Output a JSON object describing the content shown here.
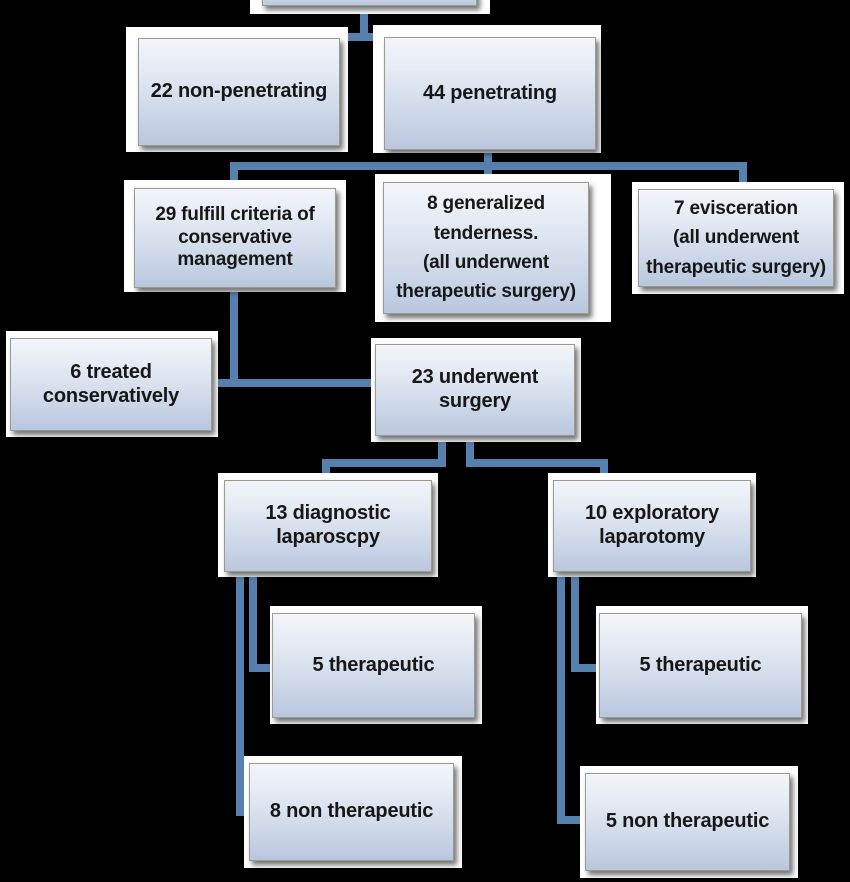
{
  "diagram": {
    "title": "Abdominal trauma management flowchart",
    "background_color": "#000000",
    "box_border_color": "#9a9a93",
    "box_gradient_top": "#f2f5fa",
    "box_gradient_bottom": "#b9c7de",
    "connector_color": "#5680ae",
    "text_color": "#171717"
  },
  "nodes": {
    "root_partial": {
      "label": ""
    },
    "non_penetrating": {
      "label": "22 non-penetrating"
    },
    "penetrating": {
      "label": "44 penetrating"
    },
    "conservative_criteria": {
      "label": "29 fulfill criteria of\nconservative\nmanagement"
    },
    "generalized_tenderness": {
      "label": "8 generalized\ntenderness.\n(all underwent\ntherapeutic surgery)"
    },
    "evisceration": {
      "label": "7 evisceration\n(all underwent\ntherapeutic surgery)"
    },
    "treated_conservatively": {
      "label": "6 treated\nconservatively"
    },
    "underwent_surgery": {
      "label": "23 underwent\nsurgery"
    },
    "diagnostic_laparoscopy": {
      "label": "13 diagnostic\nlaparoscpy"
    },
    "exploratory_laparotomy": {
      "label": "10 exploratory\nlaparotomy"
    },
    "lap_therapeutic": {
      "label": "5 therapeutic"
    },
    "lap_non_therapeutic": {
      "label": "8 non therapeutic"
    },
    "laparotomy_therapeutic": {
      "label": "5 therapeutic"
    },
    "laparotomy_non_therapeutic": {
      "label": "5 non therapeutic"
    }
  },
  "chart_data": {
    "type": "diagram",
    "title": "Abdominal trauma management flowchart",
    "nodes": [
      {
        "id": "non_penetrating",
        "label": "22 non-penetrating",
        "count": 22
      },
      {
        "id": "penetrating",
        "label": "44 penetrating",
        "count": 44
      },
      {
        "id": "conservative_criteria",
        "label": "29 fulfill criteria of conservative management",
        "count": 29
      },
      {
        "id": "generalized_tenderness",
        "label": "8 generalized tenderness. (all underwent therapeutic surgery)",
        "count": 8
      },
      {
        "id": "evisceration",
        "label": "7 evisceration (all underwent therapeutic surgery)",
        "count": 7
      },
      {
        "id": "treated_conservatively",
        "label": "6 treated conservatively",
        "count": 6
      },
      {
        "id": "underwent_surgery",
        "label": "23 underwent surgery",
        "count": 23
      },
      {
        "id": "diagnostic_laparoscopy",
        "label": "13 diagnostic laparoscpy",
        "count": 13
      },
      {
        "id": "exploratory_laparotomy",
        "label": "10 exploratory laparotomy",
        "count": 10
      },
      {
        "id": "lap_therapeutic",
        "label": "5 therapeutic",
        "count": 5
      },
      {
        "id": "lap_non_therapeutic",
        "label": "8 non therapeutic",
        "count": 8
      },
      {
        "id": "laparotomy_therapeutic",
        "label": "5 therapeutic",
        "count": 5
      },
      {
        "id": "laparotomy_non_therapeutic",
        "label": "5 non therapeutic",
        "count": 5
      }
    ],
    "edges": [
      {
        "from": "root_partial",
        "to": "non_penetrating"
      },
      {
        "from": "root_partial",
        "to": "penetrating"
      },
      {
        "from": "penetrating",
        "to": "conservative_criteria"
      },
      {
        "from": "penetrating",
        "to": "generalized_tenderness"
      },
      {
        "from": "penetrating",
        "to": "evisceration"
      },
      {
        "from": "conservative_criteria",
        "to": "treated_conservatively"
      },
      {
        "from": "conservative_criteria",
        "to": "underwent_surgery"
      },
      {
        "from": "underwent_surgery",
        "to": "diagnostic_laparoscopy"
      },
      {
        "from": "underwent_surgery",
        "to": "exploratory_laparotomy"
      },
      {
        "from": "diagnostic_laparoscopy",
        "to": "lap_therapeutic"
      },
      {
        "from": "diagnostic_laparoscopy",
        "to": "lap_non_therapeutic"
      },
      {
        "from": "exploratory_laparotomy",
        "to": "laparotomy_therapeutic"
      },
      {
        "from": "exploratory_laparotomy",
        "to": "laparotomy_non_therapeutic"
      }
    ]
  }
}
